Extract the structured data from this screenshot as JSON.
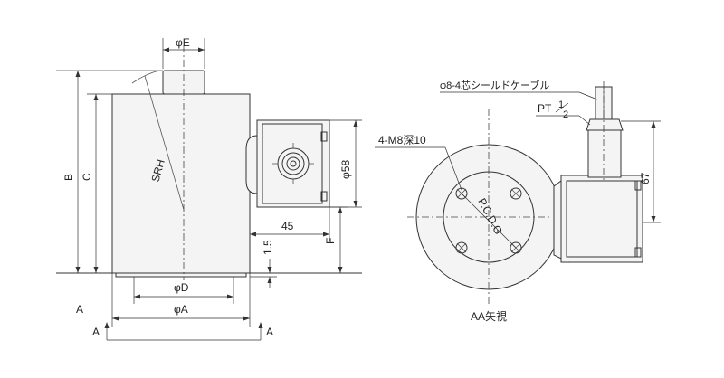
{
  "side_view": {
    "labels": {
      "phi_e": "φE",
      "srh": "SRH",
      "b": "B",
      "c": "C",
      "phi_58": "φ58",
      "dim_45": "45",
      "dim_1_5": "1.5",
      "f": "F",
      "phi_d": "φD",
      "phi_a": "φA",
      "a_top": "A",
      "a_left": "A",
      "a_right": "A"
    }
  },
  "front_view": {
    "labels": {
      "cable": "φ8-4芯シールドケーブル",
      "pt": "PT",
      "pt_fraction_top": "1",
      "pt_fraction_bottom": "2",
      "bolt": "4-M8深10",
      "pcd": "P.C.D.G",
      "dim_67": "67",
      "view_title": "AA矢視"
    }
  }
}
